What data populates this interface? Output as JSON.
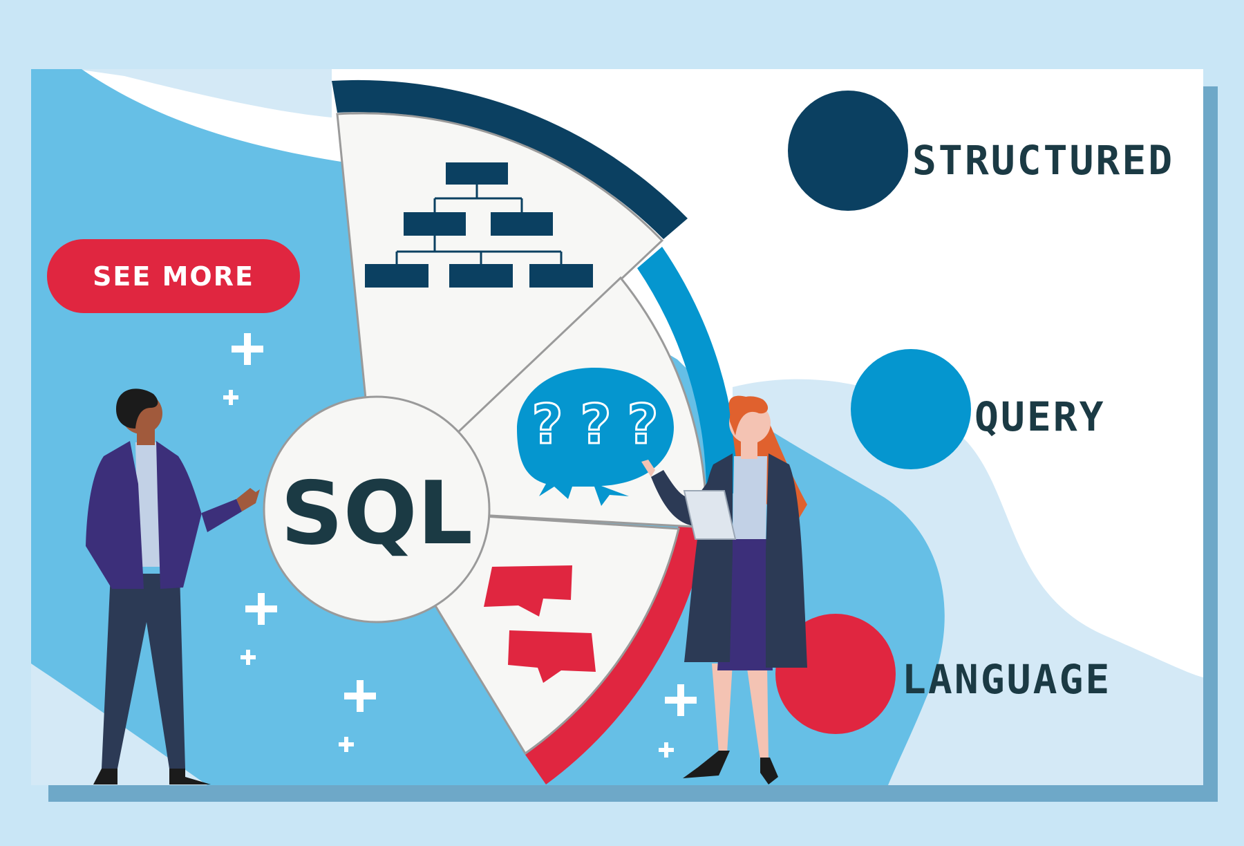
{
  "colors": {
    "page_bg": "#c9e6f6",
    "shadow": "#6ea8c8",
    "panel_white": "#ffffff",
    "sky_blue": "#66bfe6",
    "light_blue": "#d4e9f6",
    "navy": "#0b4061",
    "mid_blue": "#0596cf",
    "red": "#e02640",
    "text_dark": "#1b3a44",
    "wedge_fill": "#f7f7f5"
  },
  "button": {
    "label": "SEE MORE"
  },
  "center": {
    "label": "SQL"
  },
  "acronym": {
    "words": [
      {
        "word": "STRUCTURED",
        "color": "#0b4061"
      },
      {
        "word": "QUERY",
        "color": "#0596cf"
      },
      {
        "word": "LANGUAGE",
        "color": "#e02640"
      }
    ]
  },
  "icons": {
    "hierarchy": "org-chart-icon",
    "question": "question-bubble-icon",
    "chat": "chat-bubbles-icon",
    "sparkle": "sparkle-icon"
  },
  "question_marks": [
    "?",
    "?",
    "?"
  ]
}
